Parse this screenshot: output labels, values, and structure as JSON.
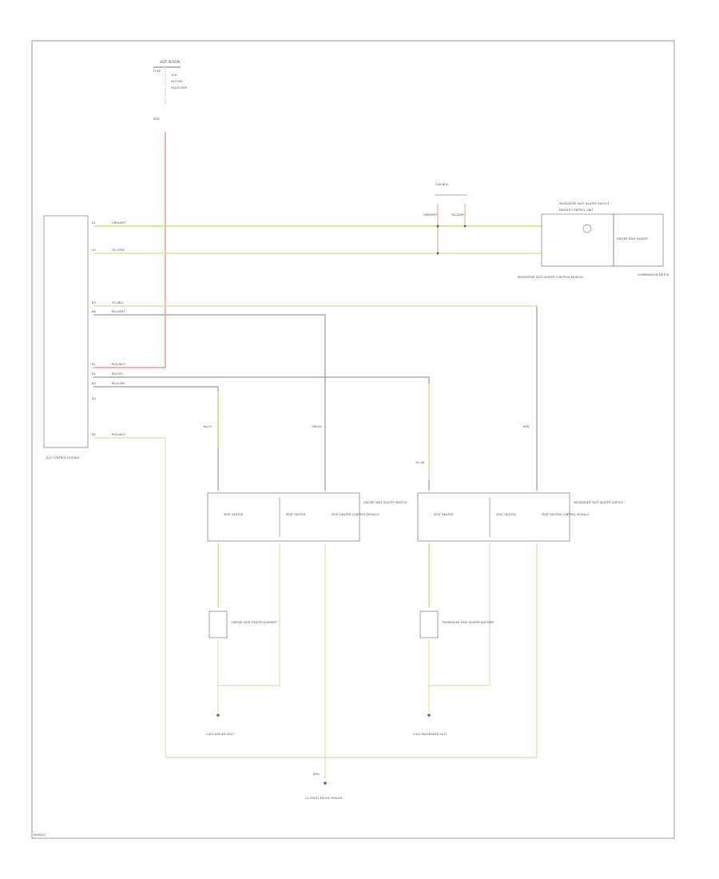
{
  "diagram": {
    "fig_id": "W00000",
    "colors": {
      "red": "#f08080",
      "green": "#c2d96a",
      "yellow": "#e6d88a",
      "tan": "#e8d9a8",
      "gray": "#9a9a9a",
      "orange": "#f0b070",
      "black": "#7a7a7a"
    },
    "fuse": {
      "title": "HOT IN RUN",
      "name": "FUSE",
      "lines": [
        "10A",
        "IN FUSE/",
        "RELAY BOX"
      ],
      "wire_label": "RED"
    },
    "left_module": {
      "label": "A/C CONTROL MODULE",
      "pins": [
        "A1",
        "A2",
        "B5",
        "B6",
        "B1",
        "B2",
        "B3",
        "B4",
        "B9"
      ],
      "wire_labels": [
        "GRN/WHT",
        "YEL/GRN",
        "YEL/BLU",
        "BLU/WHT",
        "RED/WHT",
        "BLK/YEL",
        "BLU/GRN",
        "RED/WHT"
      ]
    },
    "can": {
      "title": "CAN BUS",
      "labels": [
        "GRN/WHT",
        "YEL/GRN"
      ]
    },
    "right_module": {
      "title": "PASSENGER SEAT HEATER SWITCH",
      "inner": "HEATER CONTROL UNIT",
      "side": "DRIVER SEAT HEATER",
      "bottom": "PASSENGER SEAT HEATER CONTROL MODULE",
      "tag": "COMBINATION METER"
    },
    "driver_switch": {
      "title": "DRIVER SEAT HEATER SWITCH",
      "left_label": "SEAT HEATER",
      "mid_label": "SEAT HEATER",
      "right_label": "SEAT HEATER CONTROL MODULE"
    },
    "passenger_switch": {
      "title": "PASSENGER SEAT HEATER SWITCH",
      "left_label": "SEAT HEATER",
      "mid_label": "SEAT HEATER",
      "right_label": "SEAT HEATER CONTROL MODULE"
    },
    "driver_element": {
      "label": "DRIVER SEAT HEATER ELEMENT"
    },
    "passenger_element": {
      "label": "PASSENGER SEAT HEATER ELEMENT"
    },
    "driver_ground": {
      "label": "G301 DRIVER SEAT"
    },
    "passenger_ground": {
      "label": "G302 PASSENGER SEAT"
    },
    "main_ground": {
      "wire": "BRN",
      "label": "G1 RIGHT FRONT FENDER"
    },
    "wire_codes": [
      "BLU/Y",
      "GRN/W",
      "YEL/W",
      "BRN"
    ]
  }
}
